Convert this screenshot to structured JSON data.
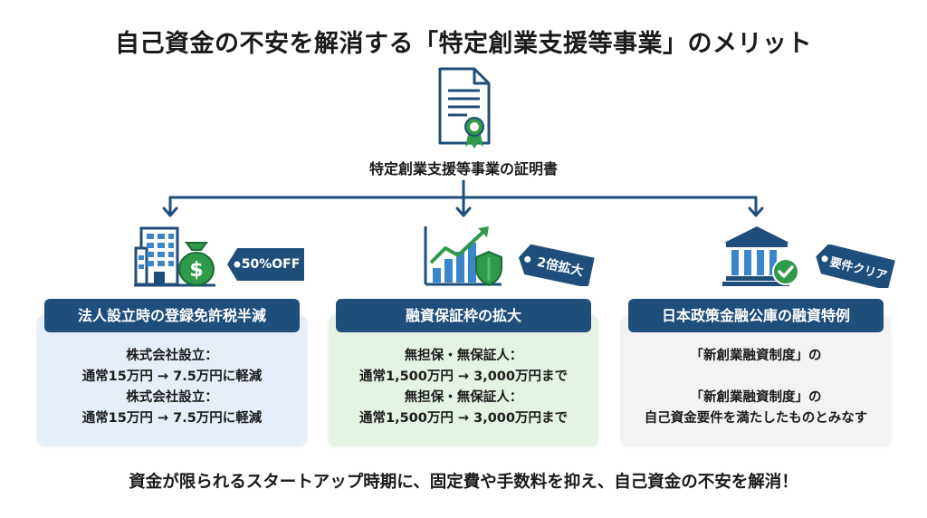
{
  "title": "自己資金の不安を解消する「特定創業支援等事業」のメリット",
  "center": {
    "label": "特定創業支援等事業の証明書",
    "icon": "certificate-document-icon"
  },
  "cards": [
    {
      "header": "法人設立時の登録免許税半減",
      "tag": "50%OFF",
      "icon": "building-money-bag-icon",
      "lines": [
        "株式会社設立：",
        "通常15万円 → 7.5万円に軽減",
        "株式会社設立：",
        "通常15万円 → 7.5万円に軽減"
      ],
      "bg": "#e6eff9"
    },
    {
      "header": "融資保証枠の拡大",
      "tag": "2倍拡大",
      "icon": "growth-chart-shield-icon",
      "lines": [
        "無担保・無保証人：",
        "通常1,500万円 → 3,000万円まで",
        "無担保・無保証人：",
        "通常1,500万円 → 3,000万円まで"
      ],
      "bg": "#e5f3e5"
    },
    {
      "header": "日本政策金融公庫の融資特例",
      "tag": "要件クリア",
      "icon": "bank-checkmark-icon",
      "lines": [
        "「新創業融資制度」の",
        "",
        "「新創業融資制度」の",
        "自己資金要件を満たしたものとみなす"
      ],
      "bg": "#f2f3f4"
    }
  ],
  "footer": "資金が限られるスタートアップ時期に、固定費や手数料を抑え、自己資金の不安を解消！",
  "colors": {
    "header_navy": "#1f4e7a",
    "accent_green": "#2e9a4a",
    "tag_navy": "#1f4e7a"
  }
}
